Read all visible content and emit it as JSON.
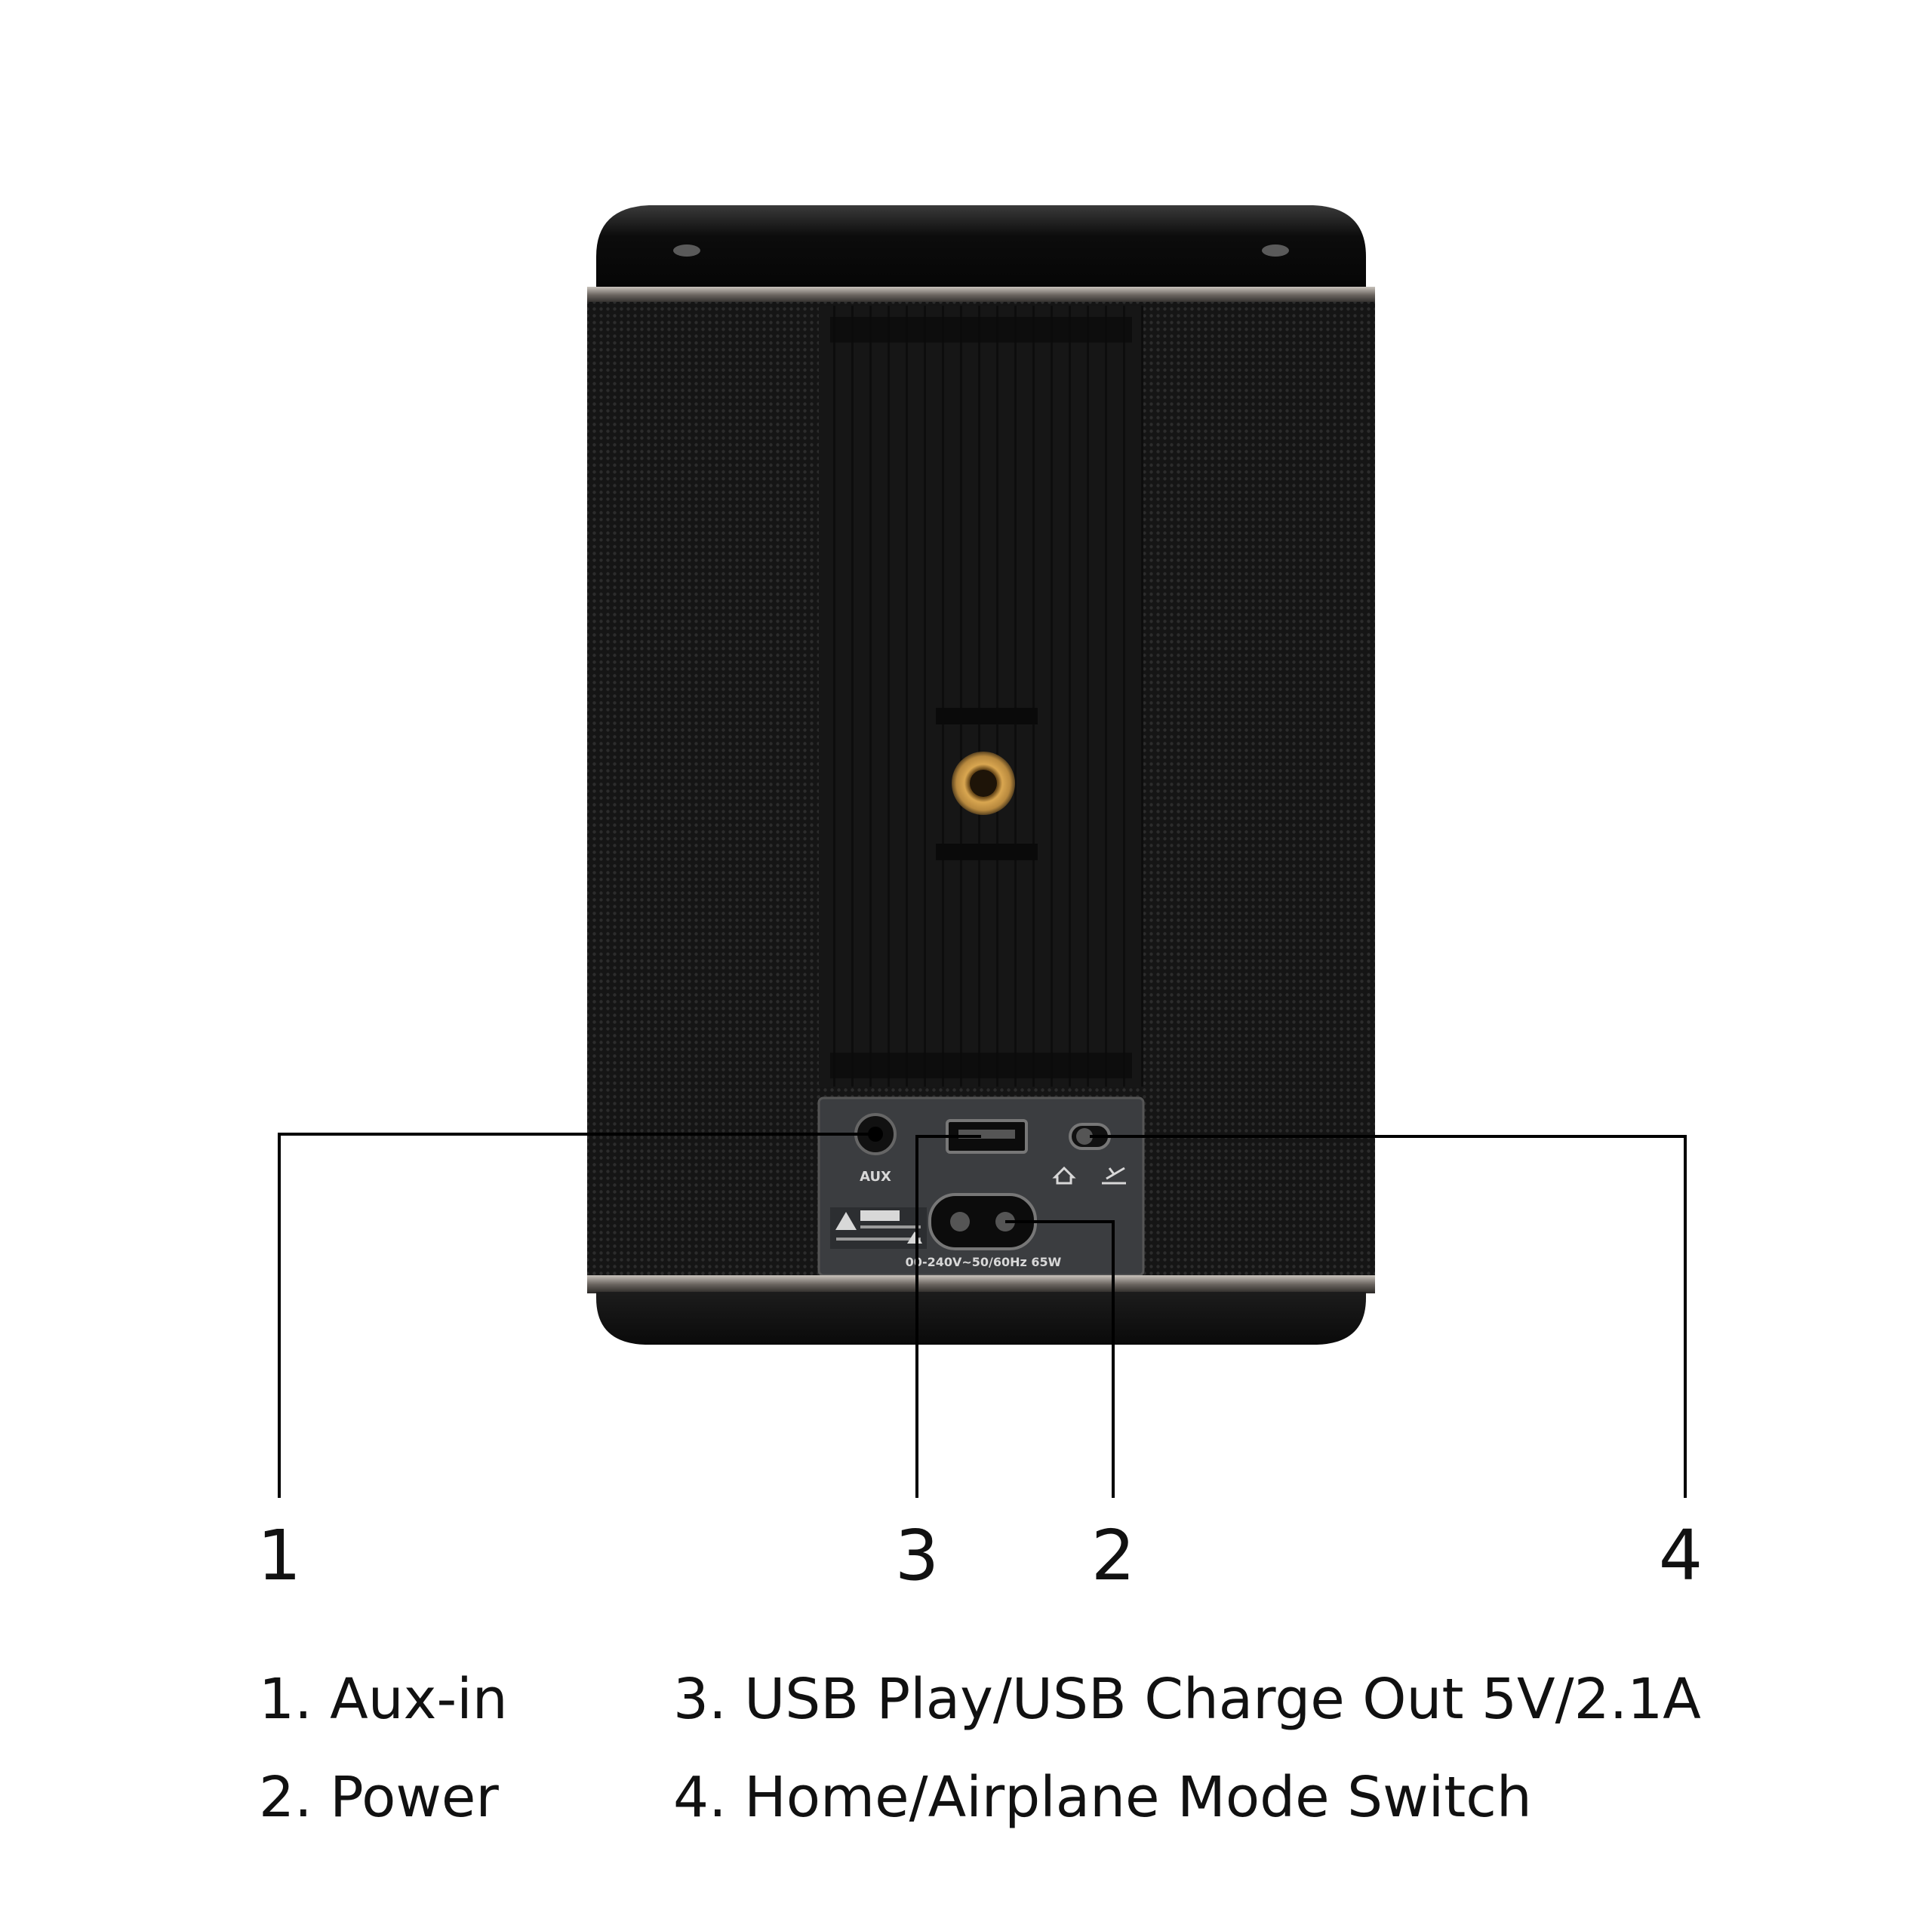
{
  "diagram": {
    "port_labels": {
      "aux": "AUX",
      "rating": "00-240V~50/60Hz 65W",
      "caution": "CAUTION"
    },
    "callouts": [
      "1",
      "3",
      "2",
      "4"
    ],
    "legend": [
      {
        "text": "1. Aux-in"
      },
      {
        "text": "2. Power"
      },
      {
        "text": "3. USB Play/USB Charge Out 5V/2.1A"
      },
      {
        "text": "4. Home/Airplane Mode Switch"
      }
    ],
    "colors": {
      "background": "#ffffff",
      "speaker_body": "#111111",
      "grille": "#1a1a1a",
      "trim": "#8a8580",
      "brass_mount": "#b8893e",
      "leader_line": "#000000"
    }
  }
}
